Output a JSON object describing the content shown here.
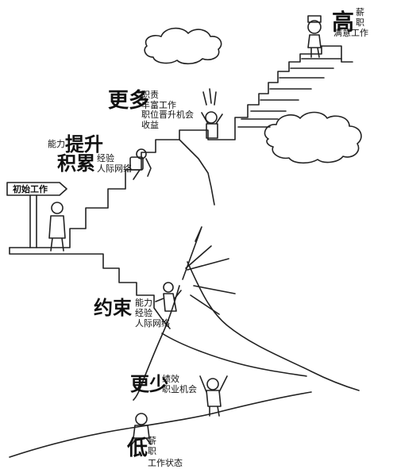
{
  "sign": {
    "text": "初始工作"
  },
  "high": {
    "big": "高",
    "lines": [
      "薪",
      "职",
      "满意工作"
    ]
  },
  "more": {
    "big": "更多",
    "lines": [
      "职责",
      "丰富工作",
      "职位晋升机会",
      "收益"
    ]
  },
  "raise": {
    "prefix": "能力",
    "big1": "提升",
    "big2": "积累",
    "lines": [
      "经验",
      "人际网络"
    ]
  },
  "constraint": {
    "big": "约束",
    "lines": [
      "能力",
      "经验",
      "人际网络"
    ]
  },
  "less": {
    "big": "更少",
    "lines": [
      "绩效",
      "职业机会"
    ]
  },
  "low": {
    "big": "低",
    "lines": [
      "薪",
      "职",
      "工作状态"
    ]
  }
}
